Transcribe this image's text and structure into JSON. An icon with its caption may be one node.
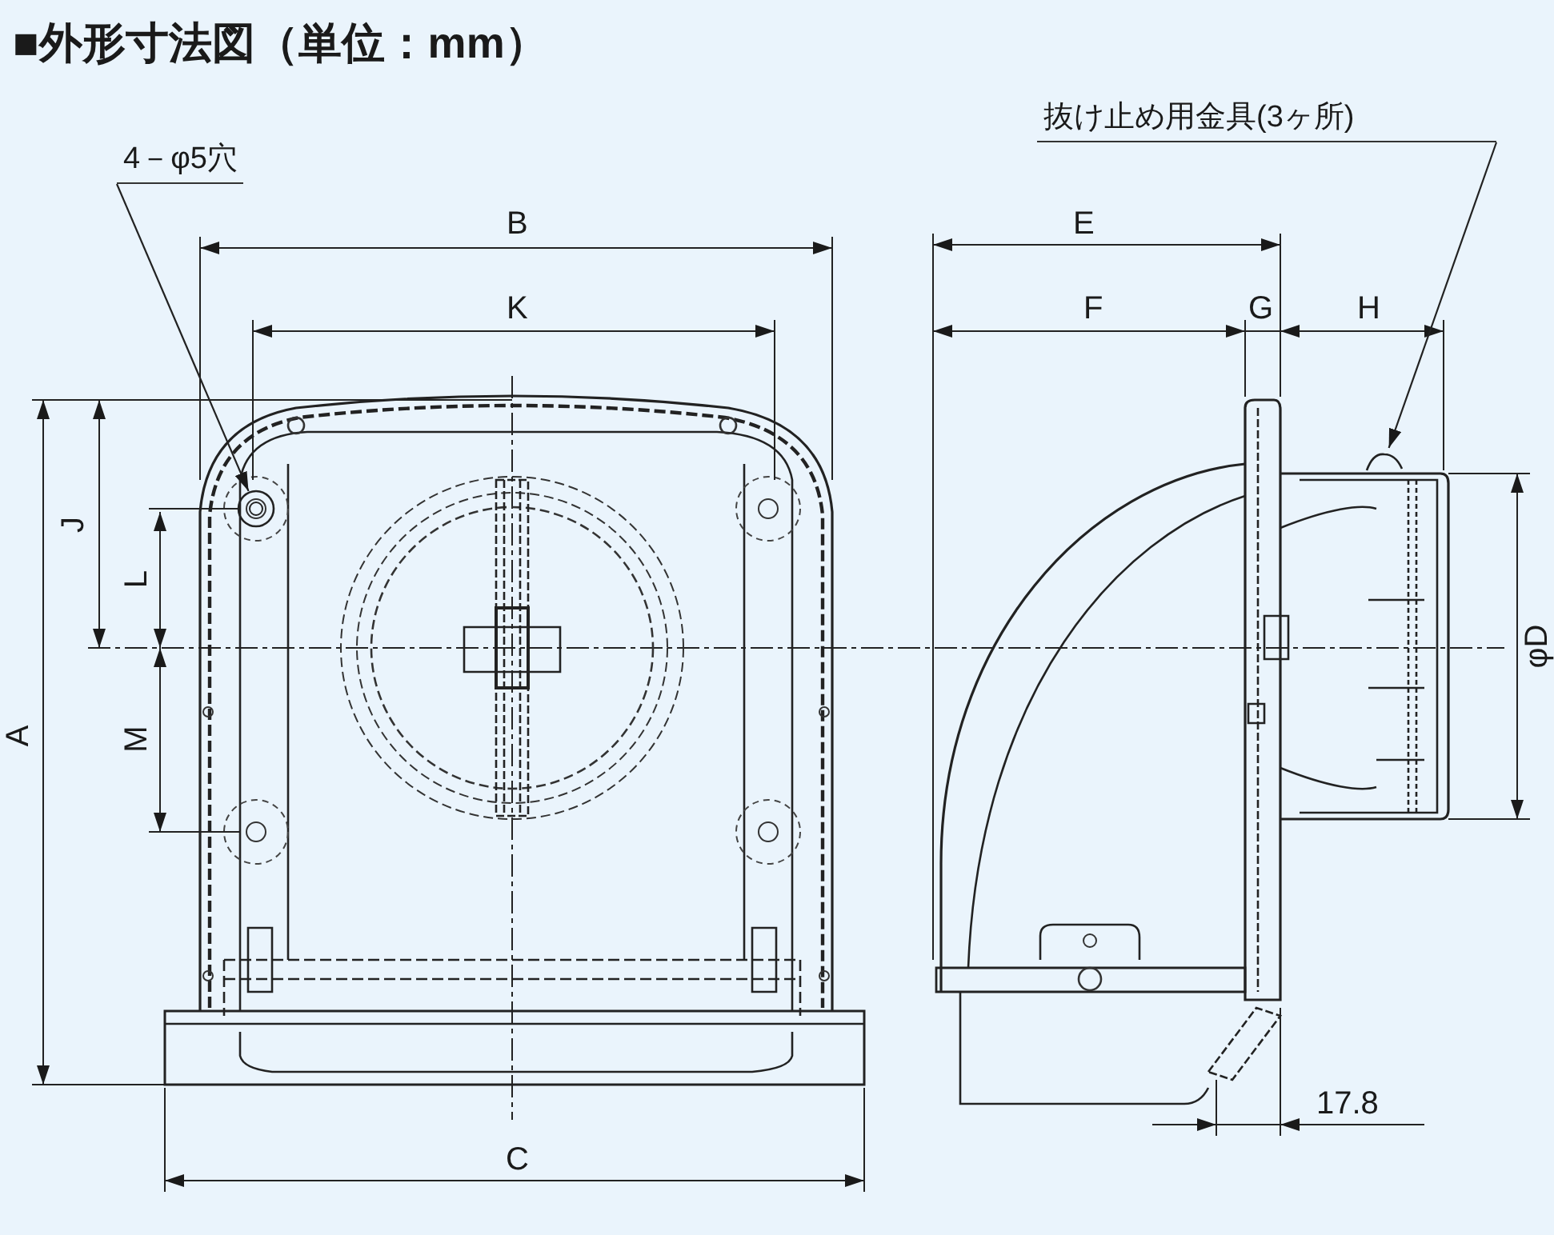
{
  "diagram": {
    "title": "■外形寸法図（単位：mm）",
    "nodes": [
      {
        "text": [
          "4－φ5穴"
        ]
      },
      {
        "text": [],
        "shape": "circle"
      },
      {
        "text": [
          "抜け止め用金具(3ヶ所)"
        ]
      },
      {
        "text": [],
        "shape": "box"
      }
    ],
    "edges": [
      {
        "from": 0,
        "to": 1,
        "arrow": "to"
      },
      {
        "from": 2,
        "to": 3,
        "arrow": "to"
      }
    ],
    "labels": [
      "B",
      "E",
      "K",
      "F",
      "G",
      "H",
      "J",
      "L",
      "φD",
      "A",
      "M",
      "C",
      "17.8"
    ]
  }
}
